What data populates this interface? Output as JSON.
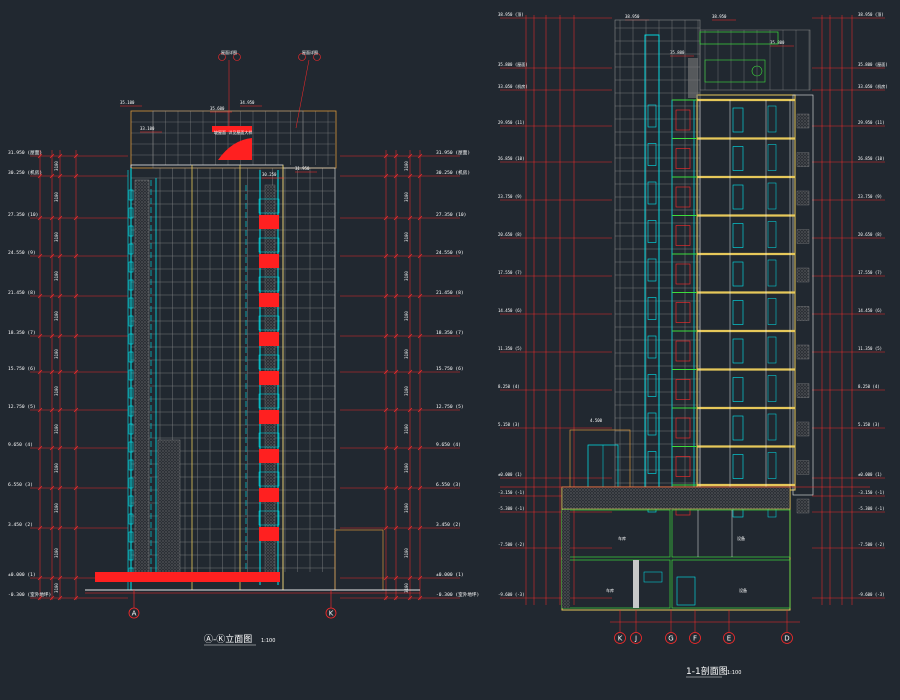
{
  "colors": {
    "background": "#212830",
    "dim_red": "#ff2a2a",
    "outline_white": "#e8e8e8",
    "grid_gray": "#8a8a8a",
    "cyan": "#00e8f0",
    "yellow": "#e6c85a",
    "orange": "#d9963a",
    "green": "#3cdc3c",
    "hatch_gray": "#9a9a9a"
  },
  "elevation": {
    "title": "Ⓐ-Ⓚ立面图",
    "scale": "1:100",
    "axis_left": "A",
    "axis_right": "K",
    "levels": [
      "31.950 (屋面)",
      "30.250 (机房)",
      "27.350 (10)",
      "24.550 (9)",
      "21.450 (8)",
      "18.350 (7)",
      "15.750 (6)",
      "12.750 (5)",
      "9.650 (4)",
      "6.550 (3)",
      "3.450 (2)",
      "±0.000 (1)",
      "-0.300 (室外地坪)"
    ],
    "right_levels": [
      "31.950 (屋面)",
      "30.250 (机房)",
      "27.350 (10)",
      "24.550 (9)",
      "21.450 (8)",
      "18.350 (7)",
      "15.750 (6)",
      "12.750 (5)",
      "9.650 (4)",
      "6.550 (3)",
      "3.450 (2)",
      "±0.000 (1)",
      "-0.300 (室外地坪)"
    ],
    "top_marks": [
      "35.100",
      "35.600",
      "33.100",
      "34.950",
      "31.950",
      "30.250"
    ],
    "top_tags": [
      "屋面详图",
      "屋面详图"
    ],
    "roof_note": "坡屋面 详见屋面大样"
  },
  "section": {
    "title": "1-1剖面图",
    "scale": "1:100",
    "axes": [
      "K",
      "J",
      "G",
      "F",
      "E",
      "D"
    ],
    "left_levels": [
      "38.950 (顶)",
      "35.800 (屋面)",
      "33.050 (机房)",
      "29.950 (11)",
      "26.850 (10)",
      "23.750 (9)",
      "20.650 (8)",
      "17.550 (7)",
      "14.450 (6)",
      "11.350 (5)",
      "8.250 (4)",
      "5.150 (3)",
      "±0.000 (1)",
      "-3.150 (-1)",
      "-5.300 (-1)",
      "-7.500 (-2)",
      "-9.600 (-3)"
    ],
    "right_levels": [
      "38.950 (顶)",
      "35.800 (屋面)",
      "33.050 (机房)",
      "29.950 (11)",
      "26.850 (10)",
      "23.750 (9)",
      "20.650 (8)",
      "17.550 (7)",
      "14.450 (6)",
      "11.350 (5)",
      "8.250 (4)",
      "5.150 (3)",
      "±0.000 (1)",
      "-3.150 (-1)",
      "-5.300 (-1)",
      "-7.500 (-2)",
      "-9.600 (-3)"
    ],
    "top_marks": [
      "38.950",
      "38.950",
      "35.800",
      "35.800"
    ],
    "room_labels": [
      "车库",
      "设备",
      "车库",
      "设备"
    ],
    "podium_mark": "4.500"
  }
}
